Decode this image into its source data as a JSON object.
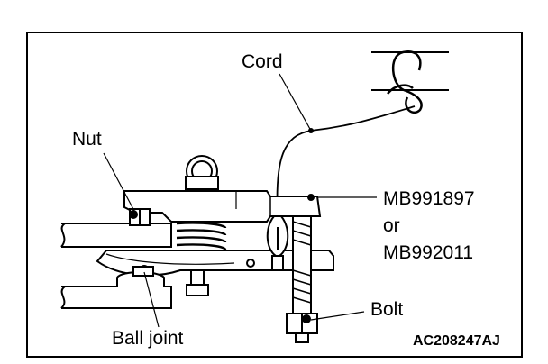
{
  "labels": {
    "cord": "Cord",
    "nut": "Nut",
    "tool_line1": "MB991897",
    "tool_line2": "or",
    "tool_line3": "MB992011",
    "bolt": "Bolt",
    "ball_joint": "Ball joint"
  },
  "figure_code": "AC208247AJ",
  "colors": {
    "ink": "#000000",
    "tool_fill": "#d9d9d9",
    "background": "#ffffff"
  }
}
